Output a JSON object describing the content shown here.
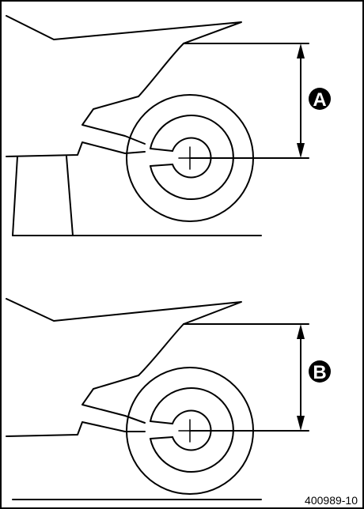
{
  "figure": {
    "callout_top": "A",
    "callout_bottom": "B",
    "reference_code": "400989-10"
  },
  "colors": {
    "line": "#000000",
    "background": "#ffffff",
    "callout_fill": "#000000",
    "callout_text": "#ffffff"
  }
}
